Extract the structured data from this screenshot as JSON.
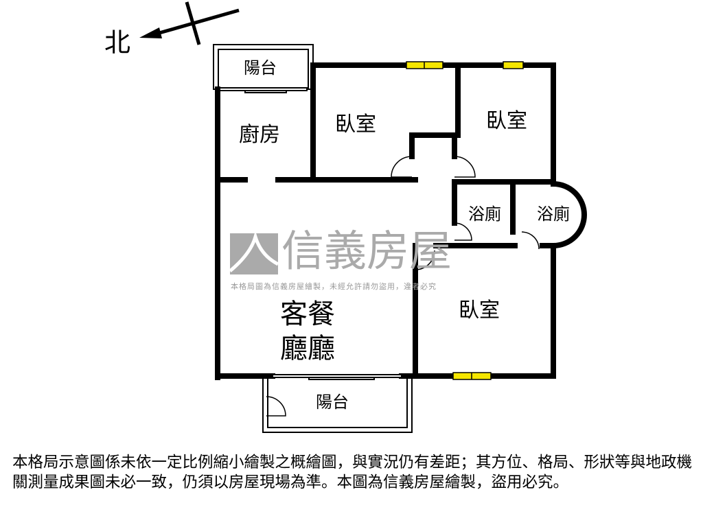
{
  "compass": {
    "label": "北"
  },
  "rooms": {
    "balcony_top": "陽台",
    "kitchen": "廚房",
    "bedroom_1": "臥室",
    "bedroom_2": "臥室",
    "bath_1": "浴廁",
    "bath_2": "浴廁",
    "living_line1": "客餐",
    "living_line2": "廳廳",
    "bedroom_3": "臥室",
    "balcony_bottom": "陽台"
  },
  "watermark": {
    "brand": "信義房屋",
    "notice": "本格局圖為信義房屋繪製，未經允許請勿盜用，違者必究"
  },
  "disclaimer": "本格局示意圖係未依一定比例縮小繪製之概繪圖，與實況仍有差距；其方位、格局、形狀等與地政機關測量成果圖未必一致，仍須以房屋現場為準。本圖為信義房屋繪製，盜用必究。",
  "colors": {
    "wall": "#000000",
    "window": "#f5e600",
    "watermark": "#999999"
  }
}
